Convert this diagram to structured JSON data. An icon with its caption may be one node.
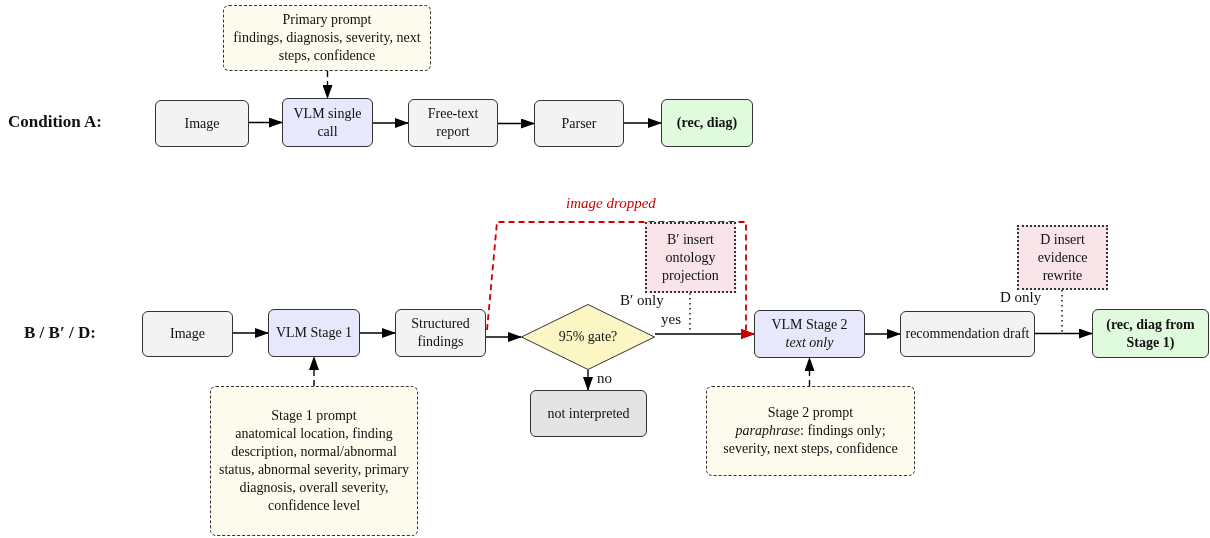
{
  "diagram": {
    "nodes": [
      {
        "text": [
          "Primary prompt",
          "findings, diagnosis, severity, next steps, confidence"
        ]
      },
      {
        "text": [
          "Image"
        ]
      },
      {
        "text": [
          "VLM single call"
        ]
      },
      {
        "text": [
          "Free-text report"
        ]
      },
      {
        "text": [
          "Parser"
        ]
      },
      {
        "text": [
          "(rec, diag)"
        ]
      },
      {
        "text": [
          "Image"
        ]
      },
      {
        "text": [
          "VLM Stage 1"
        ]
      },
      {
        "text": [
          "Structured findings"
        ]
      },
      {
        "text": [
          "95% gate?"
        ]
      },
      {
        "text": [
          "not interpreted"
        ]
      },
      {
        "text": [
          "VLM Stage 2",
          "text only"
        ]
      },
      {
        "text": [
          "recommendation draft"
        ]
      },
      {
        "text": [
          "(rec, diag from Stage 1)"
        ]
      },
      {
        "text": [
          "Stage 1 prompt",
          "anatomical location, finding description, normal/abnormal status, abnormal severity, primary diagnosis, overall severity, confidence level"
        ]
      },
      {
        "text": [
          "Stage 2 prompt",
          "*paraphrase*: findings only; severity, next steps, confidence"
        ]
      },
      {
        "text": [
          "B′ insert ontology projection"
        ],
        "beside": [
          "B′ only"
        ]
      },
      {
        "text": [
          "D insert evidence rewrite"
        ],
        "beside": [
          "D only"
        ]
      }
    ],
    "edges": [
      {
        "from": 0,
        "to": 2,
        "arrow": "to",
        "style": "dashed"
      },
      {
        "from": 1,
        "to": 2,
        "arrow": "to"
      },
      {
        "from": 2,
        "to": 3,
        "arrow": "to"
      },
      {
        "from": 3,
        "to": 4,
        "arrow": "to"
      },
      {
        "from": 4,
        "to": 5,
        "arrow": "to"
      },
      {
        "from": 6,
        "to": 7,
        "arrow": "to"
      },
      {
        "from": 7,
        "to": 8,
        "arrow": "to"
      },
      {
        "from": 8,
        "to": 9,
        "arrow": "to"
      },
      {
        "from": 9,
        "to": 11,
        "arrow": "to",
        "label": "yes"
      },
      {
        "from": 9,
        "to": 10,
        "arrow": "to",
        "label": "no"
      },
      {
        "from": 11,
        "to": 12,
        "arrow": "to"
      },
      {
        "from": 12,
        "to": 13,
        "arrow": "to"
      },
      {
        "from": 14,
        "to": 7,
        "arrow": "to",
        "style": "dashed"
      },
      {
        "from": 15,
        "to": 11,
        "arrow": "to",
        "style": "dashed"
      },
      {
        "from": 8,
        "to": 11,
        "arrow": "to",
        "style": "dashed",
        "color": "#cc0000",
        "label": "image dropped"
      },
      {
        "from": 16,
        "to": null,
        "arrow": "none",
        "style": "dashed"
      },
      {
        "from": 17,
        "to": null,
        "arrow": "none",
        "style": "dashed"
      }
    ],
    "labels": [
      "Condition A:",
      "B / B′ / D:"
    ]
  }
}
